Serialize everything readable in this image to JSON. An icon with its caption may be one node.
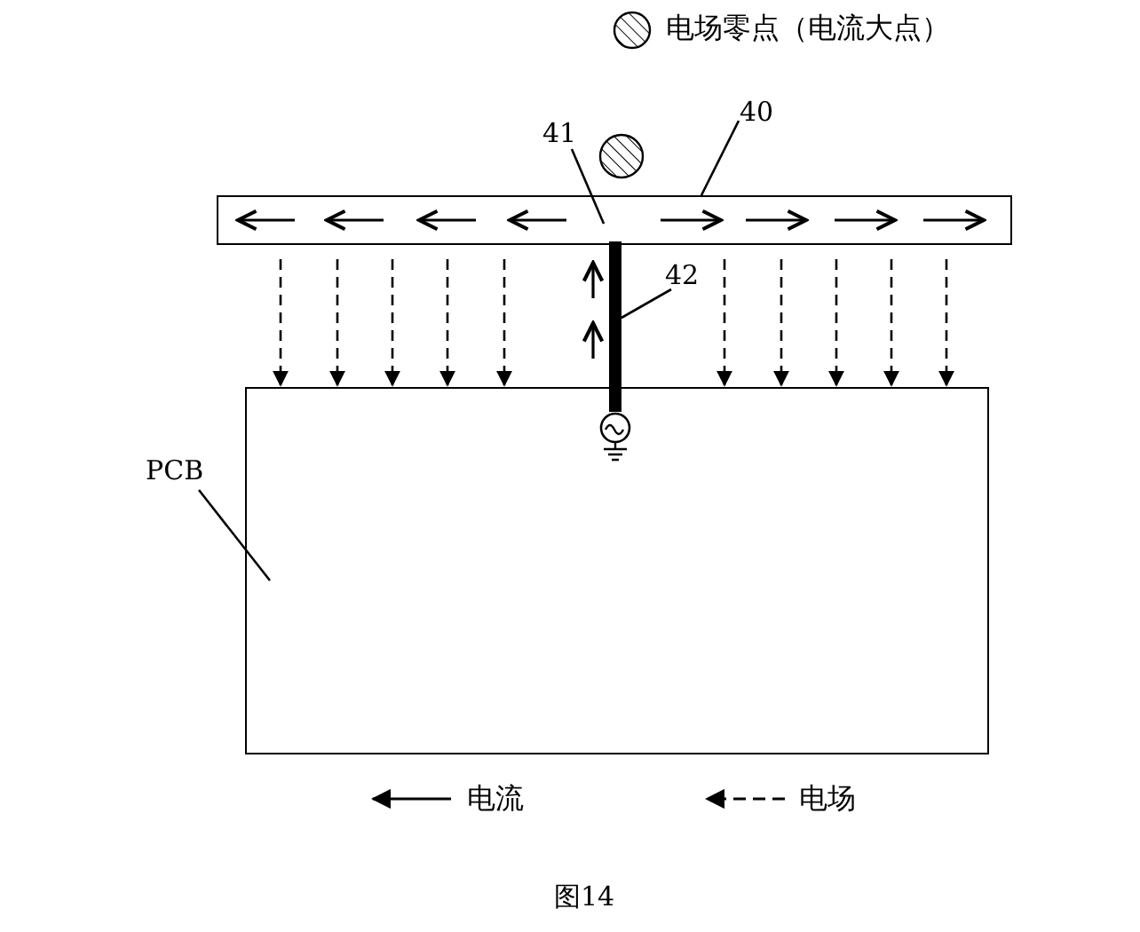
{
  "diagram": {
    "caption": "图14",
    "nodes": [
      {
        "text": [
          "40"
        ]
      },
      {
        "text": [
          "41"
        ]
      },
      {
        "text": [],
        "shape": "bar"
      },
      {
        "text": [
          "42"
        ]
      },
      {
        "text": [],
        "shape": "bar"
      },
      {
        "text": [
          "PCB"
        ]
      },
      {
        "text": [],
        "shape": "box"
      }
    ],
    "edges": [
      {
        "from": 0,
        "to": 2,
        "arrow": "none"
      },
      {
        "from": 1,
        "to": 2,
        "arrow": "none"
      },
      {
        "from": 3,
        "to": 4,
        "arrow": "none"
      },
      {
        "from": 5,
        "to": 6,
        "arrow": "none"
      },
      {
        "from": 2,
        "to": 6,
        "arrow": "to",
        "style": "dashed"
      },
      {
        "from": 2,
        "to": 6,
        "arrow": "to",
        "style": "dashed"
      },
      {
        "from": 2,
        "to": 6,
        "arrow": "to",
        "style": "dashed"
      },
      {
        "from": 2,
        "to": 6,
        "arrow": "to",
        "style": "dashed"
      },
      {
        "from": 2,
        "to": 6,
        "arrow": "to",
        "style": "dashed"
      },
      {
        "from": 2,
        "to": 6,
        "arrow": "to",
        "style": "dashed"
      },
      {
        "from": 2,
        "to": 6,
        "arrow": "to",
        "style": "dashed"
      },
      {
        "from": 2,
        "to": 6,
        "arrow": "to",
        "style": "dashed"
      },
      {
        "from": 2,
        "to": 6,
        "arrow": "to",
        "style": "dashed"
      },
      {
        "from": 2,
        "to": 6,
        "arrow": "to",
        "style": "dashed"
      }
    ],
    "legend": [
      {
        "text": "电场零点（电流大点）"
      },
      {
        "text": "电流"
      },
      {
        "text": "电场"
      }
    ]
  }
}
